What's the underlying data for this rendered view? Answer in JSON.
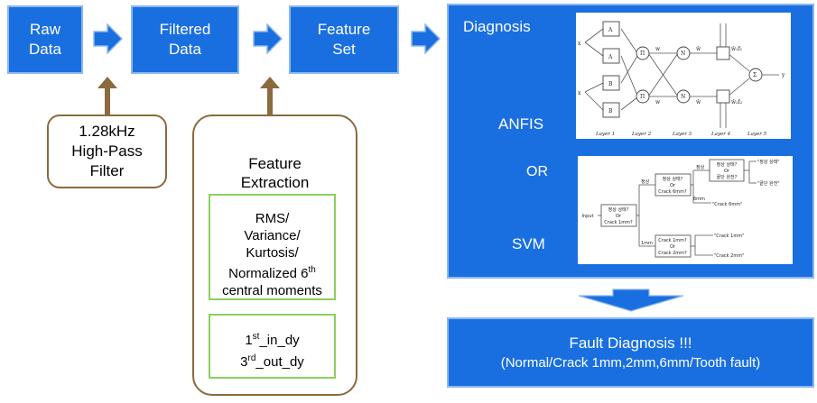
{
  "pipeline": {
    "raw": [
      "Raw",
      "Data"
    ],
    "filtered": [
      "Filtered",
      "Data"
    ],
    "feature_set": [
      "Feature",
      "Set"
    ]
  },
  "filter": {
    "lines": [
      "1.28kHz",
      "High-Pass",
      "Filter"
    ]
  },
  "feature_extraction": {
    "title": [
      "Feature",
      "Extraction"
    ],
    "stats": {
      "l1": "RMS/",
      "l2": "Variance/",
      "l3": "Kurtosis/",
      "l4": "Normalized 6",
      "l4_sup": "th",
      "l5": "central moments"
    },
    "dy": {
      "a": "1",
      "a_sup": "st",
      "a_rest": "_in_dy",
      "b": "3",
      "b_sup": "rd",
      "b_rest": "_out_dy"
    }
  },
  "diagnosis": {
    "title": "Diagnosis",
    "anfis": "ANFIS",
    "or": "OR",
    "svm": "SVM",
    "anfis_net": {
      "inputs": [
        "x",
        "x"
      ],
      "A": [
        "A",
        "A"
      ],
      "B": [
        "B",
        "B"
      ],
      "pi": "Π",
      "n": "N",
      "sigma": "Σ",
      "y": "y",
      "w": [
        "w",
        "w"
      ],
      "wbar": [
        "w̄",
        "w̄"
      ],
      "wf": [
        "w̄₁f₁",
        "w̄₂f₂"
      ],
      "layers": [
        "Layer 1",
        "Layer 2",
        "Layer 3",
        "Layer 4",
        "Layer 5"
      ]
    },
    "svm_tree": {
      "input": "Input",
      "n1": [
        "정상 상태?",
        "Or",
        "Crack 1mm?"
      ],
      "n2": [
        "정상 상태?",
        "Or",
        "Crack 6mm?"
      ],
      "n3": [
        "정상 상태?",
        "Or",
        "끝단 완전?"
      ],
      "n4": [
        "Crack 1mm?",
        "Or",
        "Crack 2mm?"
      ],
      "e_normal": "정상",
      "e_6mm": "6mm",
      "e_1mm": "1mm",
      "out_normal": "\"정상 상태\"",
      "out_tip": "\"끝단 완전\"",
      "out_6mm": "\"Crack 6mm\"",
      "out_1mm": "\"Crack 1mm\"",
      "out_2mm": "\"Crack 2mm\""
    }
  },
  "fault": {
    "title": "Fault Diagnosis !!!",
    "subtitle": "(Normal/Crack 1mm,2mm,6mm/Tooth fault)"
  },
  "colors": {
    "box": "#1a6fe0",
    "arrow_up": "#8b6a3e",
    "green": "#8cd060"
  }
}
